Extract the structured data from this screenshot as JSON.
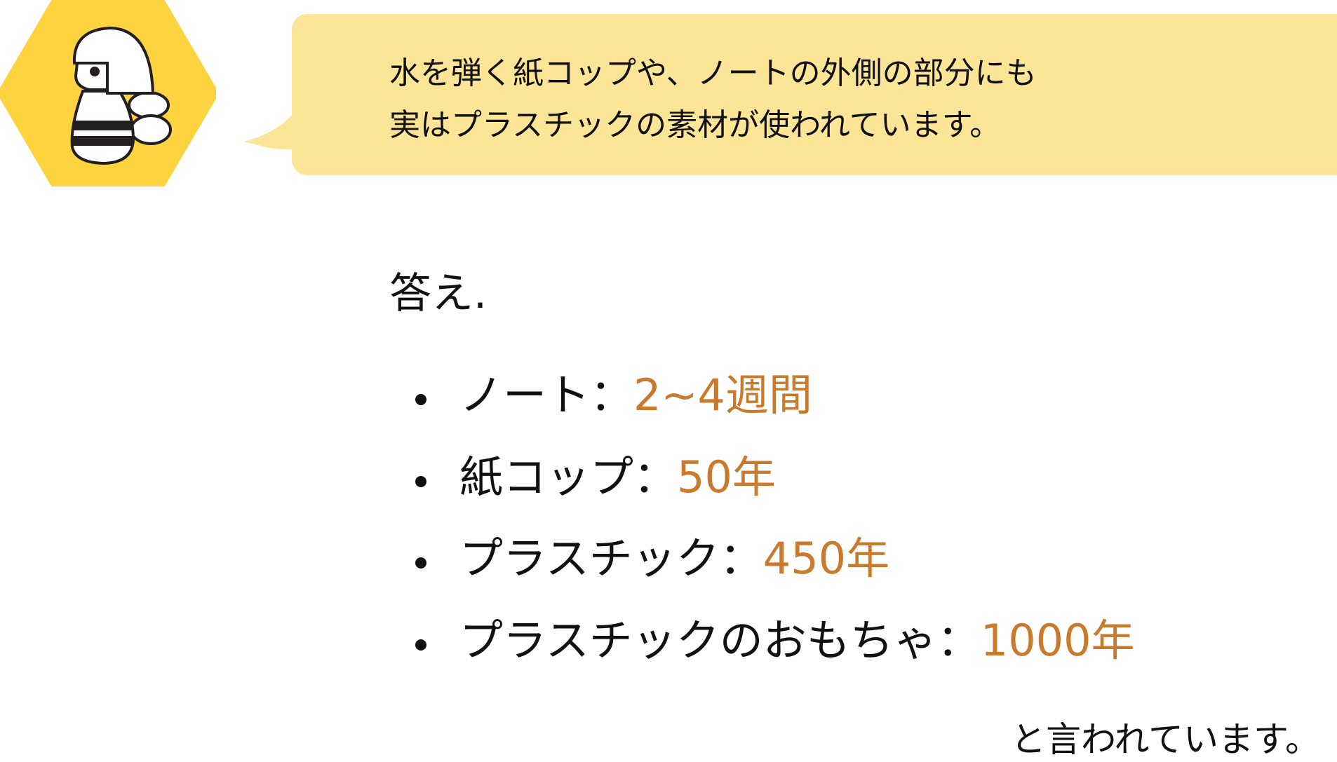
{
  "speech_bubble": {
    "line1": "水を弾く紙コップや、ノートの外側の部分にも",
    "line2": "実はプラスチックの素材が使われています。"
  },
  "answer_heading": "答え.",
  "items": [
    {
      "label": "ノート：",
      "value": "2~4週間"
    },
    {
      "label": "紙コップ：",
      "value": "50年"
    },
    {
      "label": "プラスチック：",
      "value": "450年"
    },
    {
      "label": "プラスチックのおもちゃ：",
      "value": "1000年"
    }
  ],
  "closing": "と言われています。",
  "colors": {
    "hexagon": "#fdd33f",
    "bubble": "#fde598",
    "accent": "#c97a2c"
  }
}
